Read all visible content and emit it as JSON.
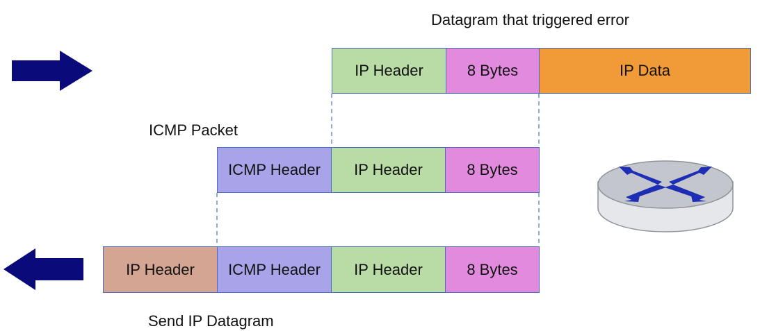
{
  "labels": {
    "datagram_title": "Datagram that triggered error",
    "icmp_packet": "ICMP Packet",
    "send_datagram": "Send IP Datagram"
  },
  "rows": {
    "incoming": {
      "ip_header": "IP Header",
      "bytes8": "8 Bytes",
      "ip_data": "IP Data"
    },
    "icmp": {
      "icmp_header": "ICMP Header",
      "ip_header": "IP Header",
      "bytes8": "8 Bytes"
    },
    "outgoing": {
      "ip_header": "IP Header",
      "icmp_header": "ICMP Header",
      "inner_ip_header": "IP Header",
      "bytes8": "8 Bytes"
    }
  },
  "icons": {
    "incoming_arrow": "right-arrow-icon",
    "outgoing_arrow": "left-arrow-icon",
    "router": "router-icon"
  },
  "colors": {
    "ip_header": "#b9dba5",
    "ip_header_send": "#d5a593",
    "bytes8": "#e28bde",
    "ip_data": "#f19b38",
    "icmp_header": "#a9a4ea",
    "arrow": "#0a0a7a",
    "border": "#4a6fc2"
  }
}
